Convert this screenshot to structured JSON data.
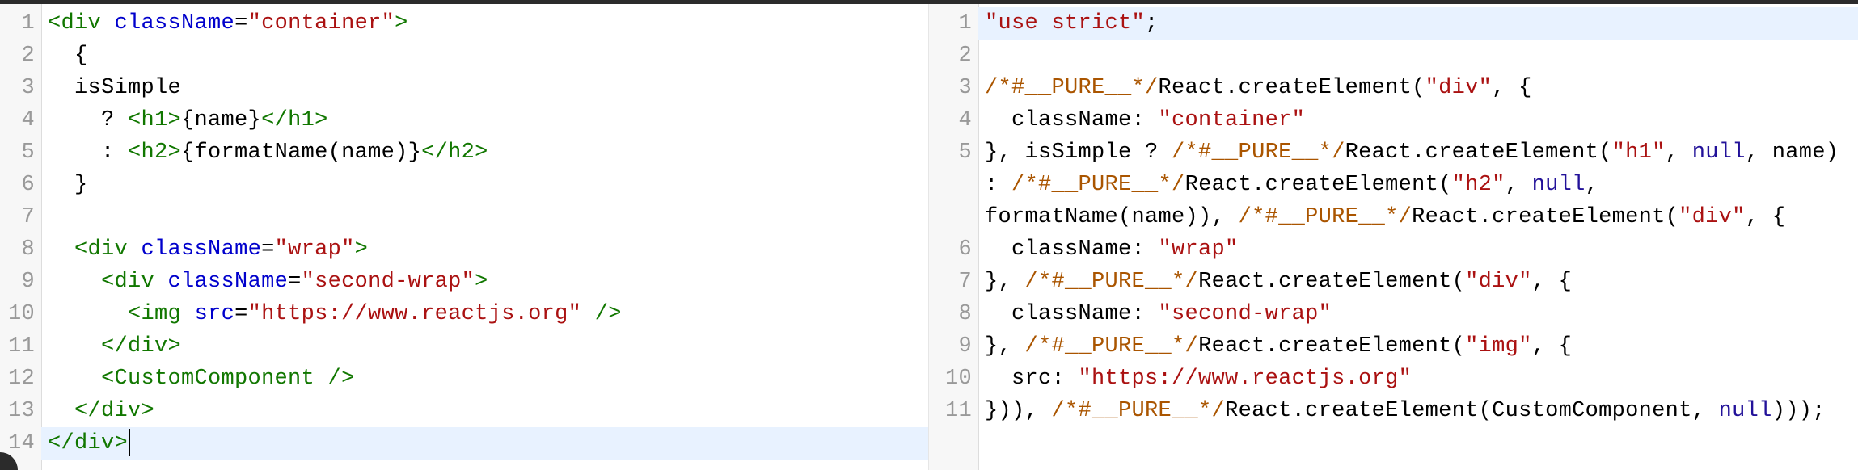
{
  "colors": {
    "tag": "#117700",
    "attr": "#0000cc",
    "str": "#aa1111",
    "cmt": "#aa5500",
    "kw": "#221199",
    "highlight": "#e8f2ff"
  },
  "left_editor": {
    "active_line": 14,
    "lines": [
      {
        "n": "1",
        "tokens": [
          {
            "t": "<div",
            "c": "tag"
          },
          {
            "t": " "
          },
          {
            "t": "className",
            "c": "attr"
          },
          {
            "t": "="
          },
          {
            "t": "\"container\"",
            "c": "str"
          },
          {
            "t": ">",
            "c": "tag"
          }
        ]
      },
      {
        "n": "2",
        "tokens": [
          {
            "t": "  {"
          }
        ]
      },
      {
        "n": "3",
        "tokens": [
          {
            "t": "  isSimple"
          }
        ]
      },
      {
        "n": "4",
        "tokens": [
          {
            "t": "    ? "
          },
          {
            "t": "<h1>",
            "c": "tag"
          },
          {
            "t": "{name}"
          },
          {
            "t": "</h1>",
            "c": "tag"
          }
        ]
      },
      {
        "n": "5",
        "tokens": [
          {
            "t": "    : "
          },
          {
            "t": "<h2>",
            "c": "tag"
          },
          {
            "t": "{formatName(name)}"
          },
          {
            "t": "</h2>",
            "c": "tag"
          }
        ]
      },
      {
        "n": "6",
        "tokens": [
          {
            "t": "  }"
          }
        ]
      },
      {
        "n": "7",
        "tokens": []
      },
      {
        "n": "8",
        "tokens": [
          {
            "t": "  "
          },
          {
            "t": "<div",
            "c": "tag"
          },
          {
            "t": " "
          },
          {
            "t": "className",
            "c": "attr"
          },
          {
            "t": "="
          },
          {
            "t": "\"wrap\"",
            "c": "str"
          },
          {
            "t": ">",
            "c": "tag"
          }
        ]
      },
      {
        "n": "9",
        "tokens": [
          {
            "t": "    "
          },
          {
            "t": "<div",
            "c": "tag"
          },
          {
            "t": " "
          },
          {
            "t": "className",
            "c": "attr"
          },
          {
            "t": "="
          },
          {
            "t": "\"second-wrap\"",
            "c": "str"
          },
          {
            "t": ">",
            "c": "tag"
          }
        ]
      },
      {
        "n": "10",
        "tokens": [
          {
            "t": "      "
          },
          {
            "t": "<img",
            "c": "tag"
          },
          {
            "t": " "
          },
          {
            "t": "src",
            "c": "attr"
          },
          {
            "t": "="
          },
          {
            "t": "\"https://www.reactjs.org\"",
            "c": "str"
          },
          {
            "t": " "
          },
          {
            "t": "/>",
            "c": "tag"
          }
        ]
      },
      {
        "n": "11",
        "tokens": [
          {
            "t": "    "
          },
          {
            "t": "</div>",
            "c": "tag"
          }
        ]
      },
      {
        "n": "12",
        "tokens": [
          {
            "t": "    "
          },
          {
            "t": "<CustomComponent />",
            "c": "tag"
          }
        ]
      },
      {
        "n": "13",
        "tokens": [
          {
            "t": "  "
          },
          {
            "t": "</div>",
            "c": "tag"
          }
        ]
      },
      {
        "n": "14",
        "tokens": [
          {
            "t": "</div>",
            "c": "tag"
          }
        ]
      }
    ]
  },
  "right_editor": {
    "active_line": 1,
    "lines": [
      {
        "n": "1",
        "tokens": [
          {
            "t": "\"use strict\"",
            "c": "str"
          },
          {
            "t": ";"
          }
        ]
      },
      {
        "n": "2",
        "tokens": []
      },
      {
        "n": "3",
        "tokens": [
          {
            "t": "/*#__PURE__*/",
            "c": "cmt"
          },
          {
            "t": "React.createElement("
          },
          {
            "t": "\"div\"",
            "c": "str"
          },
          {
            "t": ", {"
          }
        ]
      },
      {
        "n": "4",
        "tokens": [
          {
            "t": "  className: "
          },
          {
            "t": "\"container\"",
            "c": "str"
          }
        ]
      },
      {
        "n": "5",
        "tokens": [
          {
            "t": "}, isSimple ? "
          },
          {
            "t": "/*#__PURE__*/",
            "c": "cmt"
          },
          {
            "t": "React.createElement("
          },
          {
            "t": "\"h1\"",
            "c": "str"
          },
          {
            "t": ", "
          },
          {
            "t": "null",
            "c": "kw"
          },
          {
            "t": ", name)\n: "
          },
          {
            "t": "/*#__PURE__*/",
            "c": "cmt"
          },
          {
            "t": "React.createElement("
          },
          {
            "t": "\"h2\"",
            "c": "str"
          },
          {
            "t": ", "
          },
          {
            "t": "null",
            "c": "kw"
          },
          {
            "t": ",\nformatName(name)), "
          },
          {
            "t": "/*#__PURE__*/",
            "c": "cmt"
          },
          {
            "t": "React.createElement("
          },
          {
            "t": "\"div\"",
            "c": "str"
          },
          {
            "t": ", {"
          }
        ]
      },
      {
        "n": "6",
        "tokens": [
          {
            "t": "  className: "
          },
          {
            "t": "\"wrap\"",
            "c": "str"
          }
        ]
      },
      {
        "n": "7",
        "tokens": [
          {
            "t": "}, "
          },
          {
            "t": "/*#__PURE__*/",
            "c": "cmt"
          },
          {
            "t": "React.createElement("
          },
          {
            "t": "\"div\"",
            "c": "str"
          },
          {
            "t": ", {"
          }
        ]
      },
      {
        "n": "8",
        "tokens": [
          {
            "t": "  className: "
          },
          {
            "t": "\"second-wrap\"",
            "c": "str"
          }
        ]
      },
      {
        "n": "9",
        "tokens": [
          {
            "t": "}, "
          },
          {
            "t": "/*#__PURE__*/",
            "c": "cmt"
          },
          {
            "t": "React.createElement("
          },
          {
            "t": "\"img\"",
            "c": "str"
          },
          {
            "t": ", {"
          }
        ]
      },
      {
        "n": "10",
        "tokens": [
          {
            "t": "  src: "
          },
          {
            "t": "\"https://www.reactjs.org\"",
            "c": "str"
          }
        ]
      },
      {
        "n": "11",
        "tokens": [
          {
            "t": "})), "
          },
          {
            "t": "/*#__PURE__*/",
            "c": "cmt"
          },
          {
            "t": "React.createElement(CustomComponent, "
          },
          {
            "t": "null",
            "c": "kw"
          },
          {
            "t": ")));"
          }
        ]
      }
    ]
  }
}
